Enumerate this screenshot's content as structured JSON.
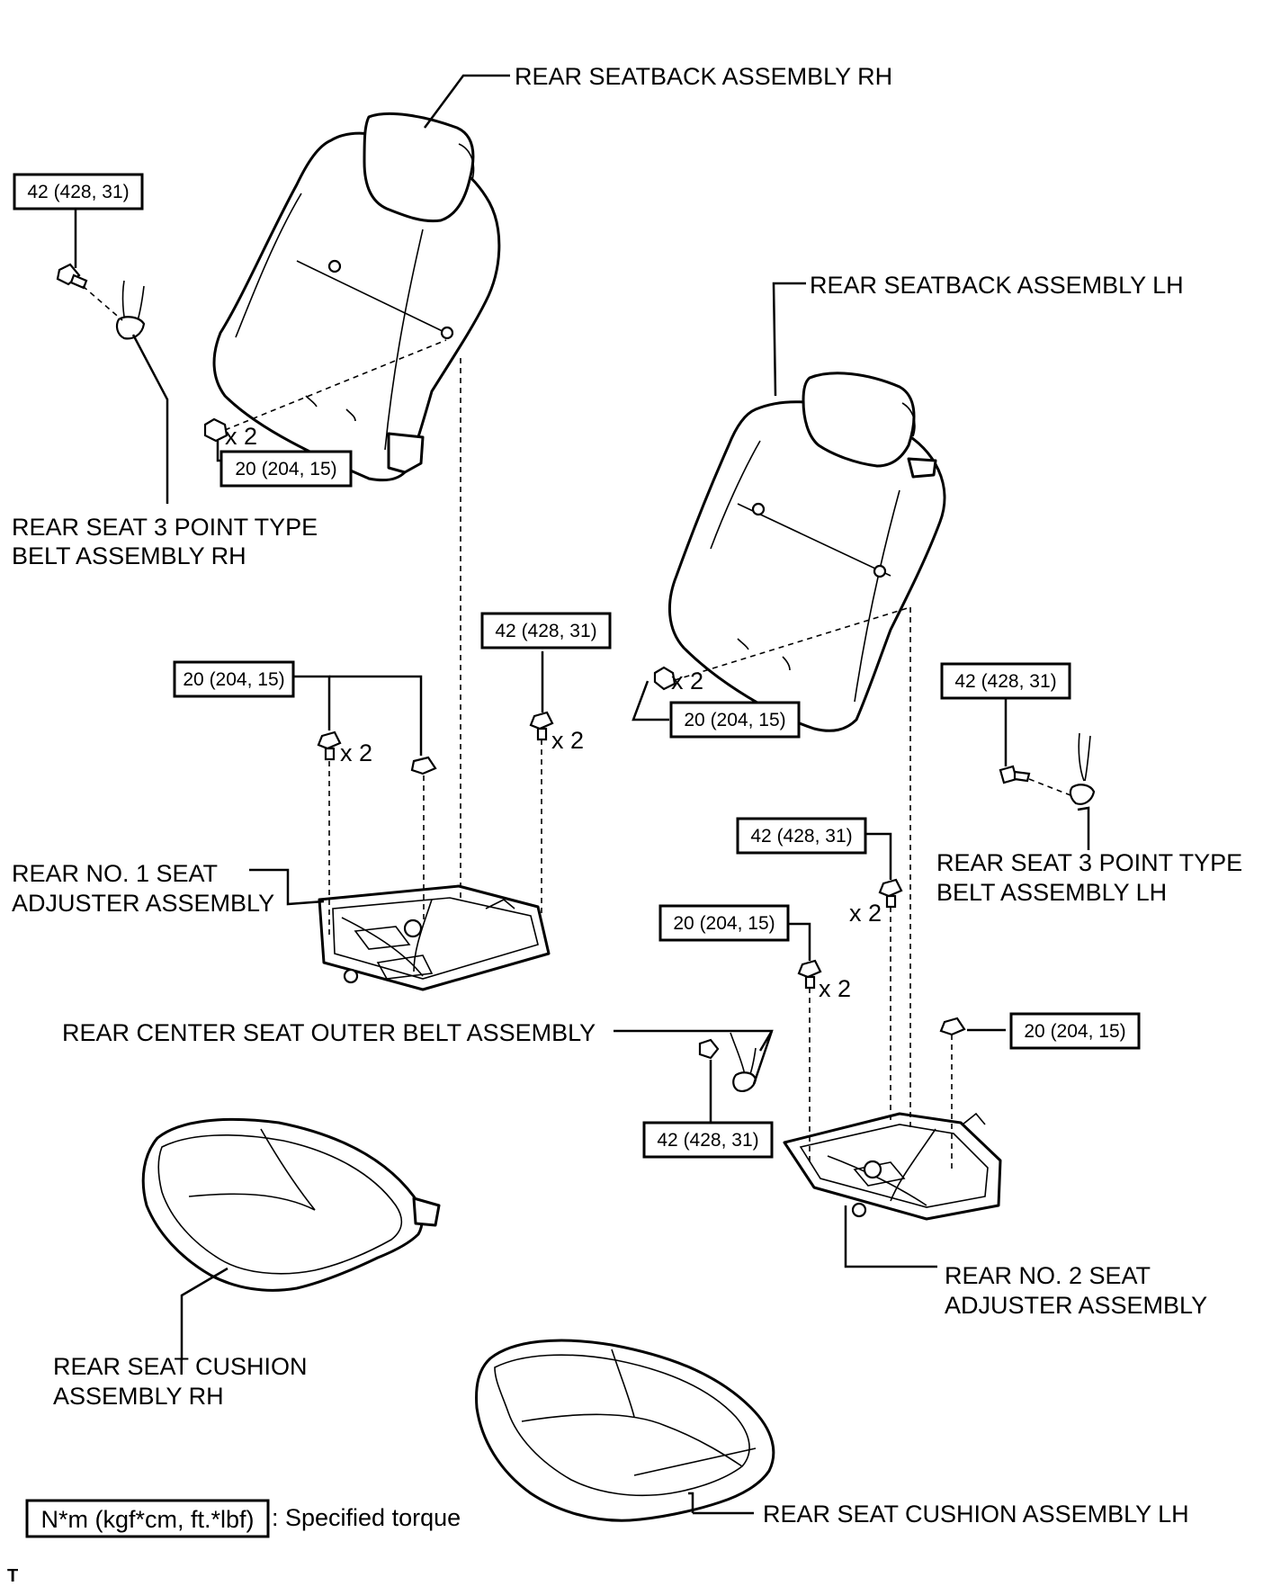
{
  "parts": {
    "seatback_rh": "REAR SEATBACK ASSEMBLY RH",
    "seatback_lh": "REAR SEATBACK ASSEMBLY LH",
    "belt_rh_line1": "REAR SEAT 3 POINT TYPE",
    "belt_rh_line2": "BELT ASSEMBLY RH",
    "belt_lh_line1": "REAR SEAT 3 POINT TYPE",
    "belt_lh_line2": "BELT ASSEMBLY LH",
    "adjuster1_line1": "REAR NO. 1 SEAT",
    "adjuster1_line2": "ADJUSTER ASSEMBLY",
    "adjuster2_line1": "REAR NO. 2 SEAT",
    "adjuster2_line2": "ADJUSTER ASSEMBLY",
    "center_belt": "REAR CENTER SEAT OUTER BELT ASSEMBLY",
    "cushion_rh_line1": "REAR SEAT CUSHION",
    "cushion_rh_line2": "ASSEMBLY RH",
    "cushion_lh": "REAR SEAT CUSHION ASSEMBLY LH"
  },
  "torques": {
    "belt_rh": "42 (428, 31)",
    "seatback_rh_bolt": "20 (204, 15)",
    "adjuster1_bolt": "20 (204, 15)",
    "adjuster1_nut": "42 (428, 31)",
    "seatback_lh_bolt": "20 (204, 15)",
    "belt_lh": "42 (428, 31)",
    "adjuster2_nut": "42 (428, 31)",
    "adjuster2_bolt": "20 (204, 15)",
    "adjuster2_right": "20 (204, 15)",
    "center_belt": "42 (428, 31)"
  },
  "quantities": {
    "seatback_rh_bolt": "x 2",
    "adjuster1_bolt": "x 2",
    "adjuster1_nut": "x 2",
    "seatback_lh_bolt": "x 2",
    "adjuster2_nut": "x 2",
    "adjuster2_bolt": "x 2"
  },
  "legend": {
    "unit_box": "N*m (kgf*cm, ft.*lbf)",
    "description": ": Specified torque"
  },
  "footer_mark": "T"
}
